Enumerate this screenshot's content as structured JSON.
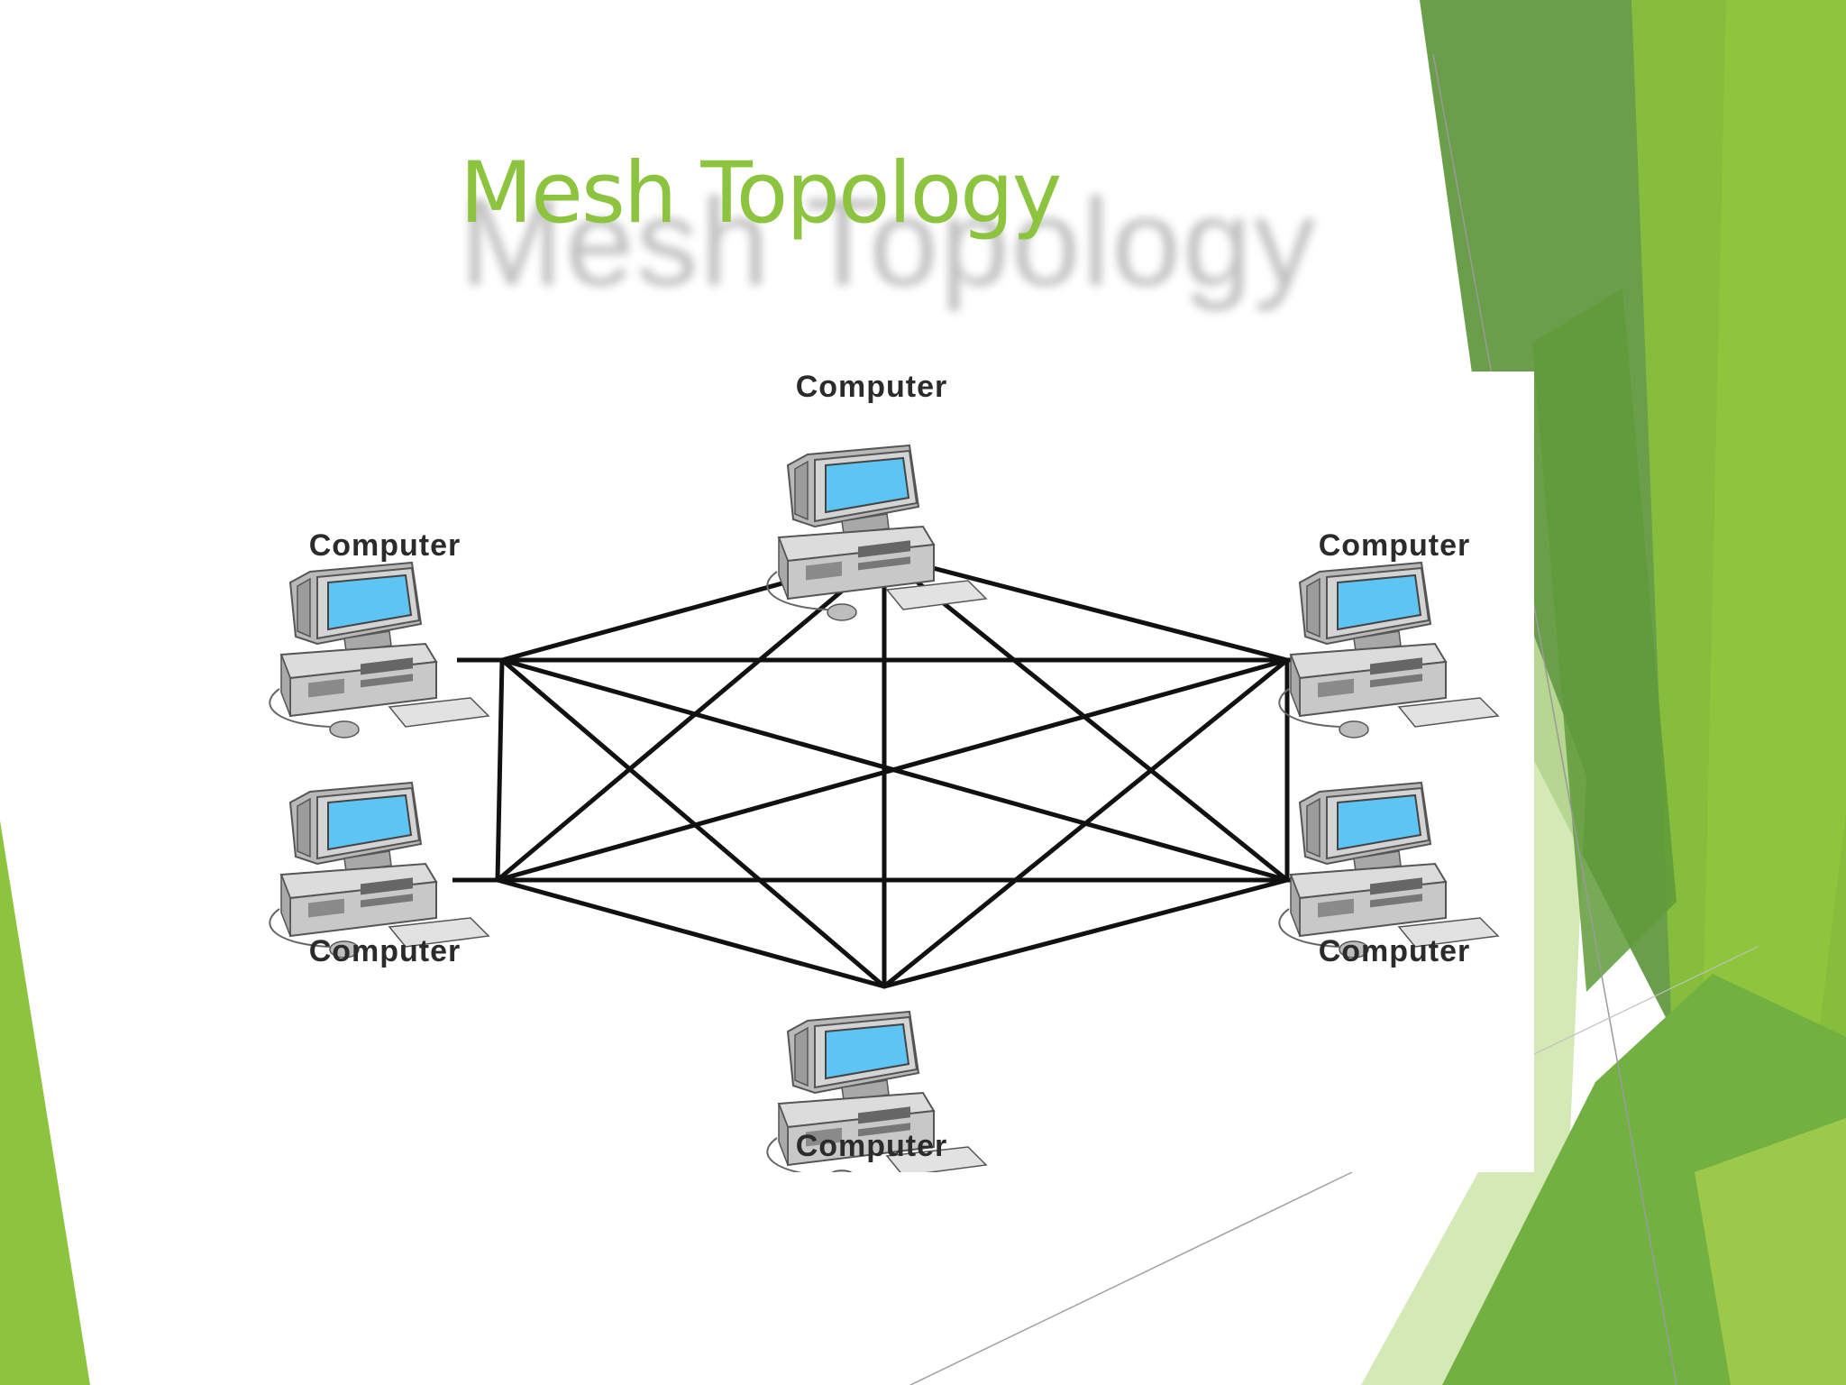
{
  "slide": {
    "title": "Mesh Topology",
    "title_shadow": "Mesh Topology"
  },
  "theme": {
    "accent": "#8dc43f",
    "dark_green": "#5f9a3a",
    "mid_green": "#7cb63a",
    "light_green": "#b6d982",
    "screen_blue": "#5ec4f4",
    "monitor_gray": "#c8c8c8",
    "link_color": "#111111"
  },
  "diagram": {
    "nodes": [
      {
        "id": "top",
        "label": "Computer"
      },
      {
        "id": "upper-left",
        "label": "Computer"
      },
      {
        "id": "upper-right",
        "label": "Computer"
      },
      {
        "id": "lower-left",
        "label": "Computer"
      },
      {
        "id": "lower-right",
        "label": "Computer"
      },
      {
        "id": "bottom",
        "label": "Computer"
      }
    ],
    "edges": [
      [
        "top",
        "upper-left"
      ],
      [
        "top",
        "upper-right"
      ],
      [
        "top",
        "lower-left"
      ],
      [
        "top",
        "lower-right"
      ],
      [
        "top",
        "bottom"
      ],
      [
        "upper-left",
        "upper-right"
      ],
      [
        "upper-left",
        "lower-left"
      ],
      [
        "upper-left",
        "lower-right"
      ],
      [
        "upper-left",
        "bottom"
      ],
      [
        "upper-right",
        "lower-left"
      ],
      [
        "upper-right",
        "lower-right"
      ],
      [
        "upper-right",
        "bottom"
      ],
      [
        "lower-left",
        "lower-right"
      ],
      [
        "lower-left",
        "bottom"
      ],
      [
        "lower-right",
        "bottom"
      ]
    ]
  }
}
